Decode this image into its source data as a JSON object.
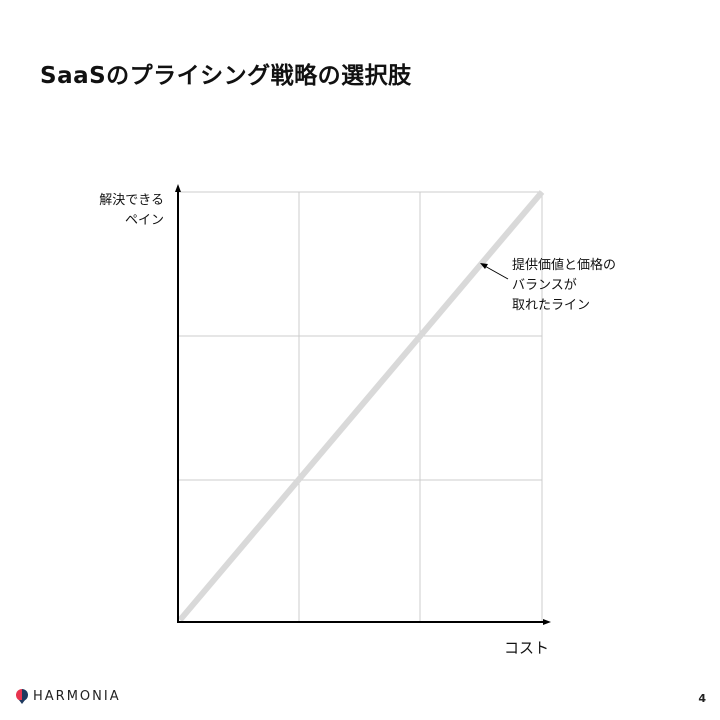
{
  "slide": {
    "title": "SaaSのプライシング戦略の選択肢",
    "page_number": "4"
  },
  "diagram": {
    "y_axis_label": "解決できる\nペイン",
    "x_axis_label": "コスト",
    "grid": "3x3",
    "balance_line": {
      "label": "提供価値と価格の\nバランスが\n取れたライン",
      "color": "#d9d9d9"
    },
    "axis_color": "#000000",
    "grid_color": "#cccccc"
  },
  "footer": {
    "logo_text": "HARMONIA",
    "logo_colors": [
      "#e8344e",
      "#1f3a5f"
    ]
  }
}
